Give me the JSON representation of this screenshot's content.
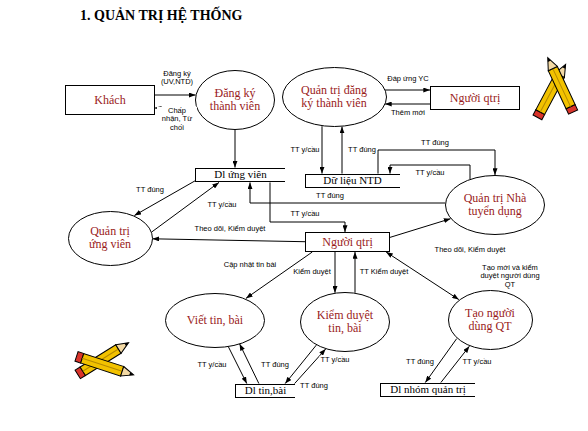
{
  "diagram": {
    "title": "1. QUẢN TRỊ HỆ THỐNG",
    "nodes": [
      {
        "text": [
          "Khách"
        ]
      },
      {
        "text": [
          "Đăng ký thành viên"
        ]
      },
      {
        "text": [
          "Quản trị đăng ký thành viên"
        ]
      },
      {
        "text": [
          "Người qtrị"
        ]
      },
      {
        "text": [
          "Dl ứng viên"
        ]
      },
      {
        "text": [
          "Dữ liệu NTD"
        ]
      },
      {
        "text": [
          "Quản trị Nhà tuyển dụng"
        ]
      },
      {
        "text": [
          "Quản trị ứng viên"
        ]
      },
      {
        "text": [
          "Người qtrị"
        ]
      },
      {
        "text": [
          "Viết tin, bài"
        ]
      },
      {
        "text": [
          "Kiểm duyệt tin, bài"
        ]
      },
      {
        "text": [
          "Tạo người dùng QT"
        ]
      },
      {
        "text": [
          "Dl tin,bài"
        ]
      },
      {
        "text": [
          "Dl nhóm quản trị"
        ]
      }
    ],
    "edges": [
      {
        "from": 0,
        "to": 1,
        "arrow": "to",
        "label": "Đăng ký (UV,NTD)"
      },
      {
        "from": 1,
        "to": 0,
        "arrow": "to",
        "label": "Chấp nhận, Từ chối"
      },
      {
        "from": 2,
        "to": 3,
        "arrow": "to",
        "label": "Đáp ứng YC"
      },
      {
        "from": 3,
        "to": 2,
        "arrow": "to",
        "label": "Thêm mới"
      },
      {
        "from": 2,
        "to": 5,
        "arrow": "to",
        "label": "TT y/cầu"
      },
      {
        "from": 5,
        "to": 2,
        "arrow": "to",
        "label": "TT đúng"
      },
      {
        "from": 5,
        "to": 6,
        "arrow": "to",
        "label": "TT đúng"
      },
      {
        "from": 6,
        "to": 5,
        "arrow": "to",
        "label": "TT y/cầu"
      },
      {
        "from": 1,
        "to": 4,
        "arrow": "to"
      },
      {
        "from": 6,
        "to": 4,
        "arrow": "to",
        "label": "TT đúng"
      },
      {
        "from": 4,
        "to": 8,
        "arrow": "to",
        "label": "TT y/cầu"
      },
      {
        "from": 8,
        "to": 6,
        "arrow": "to",
        "label": "Theo dõi, Kiểm duyệt"
      },
      {
        "from": 8,
        "to": 7,
        "arrow": "to",
        "label": "Theo dõi, Kiểm duyệt"
      },
      {
        "from": 4,
        "to": 7,
        "arrow": "to",
        "label": "TT đúng"
      },
      {
        "from": 7,
        "to": 4,
        "arrow": "to",
        "label": "TT y/cầu"
      },
      {
        "from": 8,
        "to": 9,
        "arrow": "to",
        "label": "Cập nhật tin bài"
      },
      {
        "from": 8,
        "to": 10,
        "arrow": "to",
        "label": "Kiểm duyệt"
      },
      {
        "from": 10,
        "to": 8,
        "arrow": "to",
        "label": "TT Kiểm duyệt"
      },
      {
        "from": 8,
        "to": 11,
        "arrow": "both",
        "label": "Tạo mới và kiểm duyệt người dùng QT"
      },
      {
        "from": 9,
        "to": 12,
        "arrow": "to",
        "label": "TT y/cầu"
      },
      {
        "from": 12,
        "to": 9,
        "arrow": "to",
        "label": "TT đúng"
      },
      {
        "from": 10,
        "to": 12,
        "arrow": "to",
        "label": "TT đúng"
      },
      {
        "from": 12,
        "to": 10,
        "arrow": "to",
        "label": "TT y/cầu"
      },
      {
        "from": 11,
        "to": 13,
        "arrow": "to",
        "label": "TT đúng"
      },
      {
        "from": 13,
        "to": 11,
        "arrow": "to",
        "label": "TT y/cầu"
      }
    ]
  }
}
